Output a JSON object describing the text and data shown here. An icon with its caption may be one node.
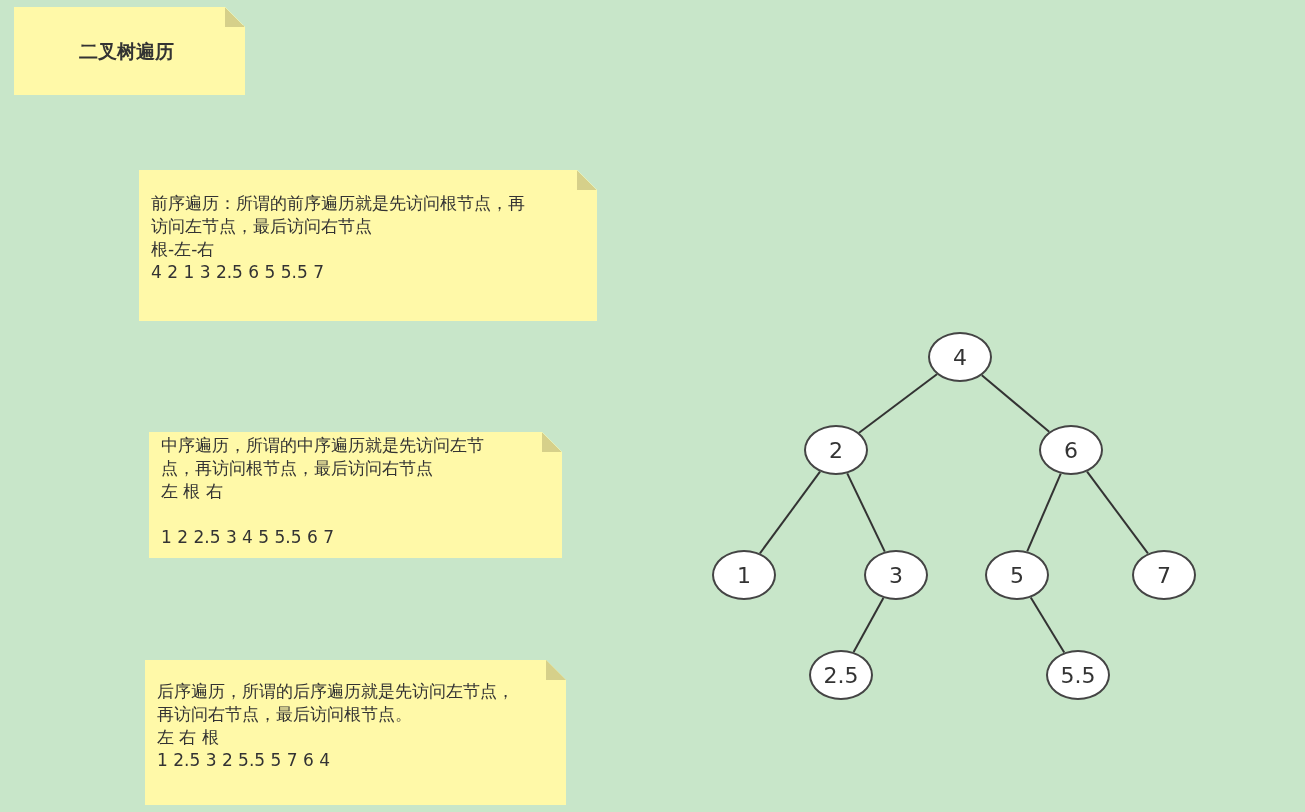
{
  "diagram": {
    "nodes": [
      {
        "text": [
          "二叉树遍历"
        ]
      },
      {
        "text": [
          "前序遍历：所谓的前序遍历就是先访问根节点，再访问左节点，最后访问右节点",
          "根-左-右",
          "4 2 1 3 2.5 6 5 5.5 7"
        ]
      },
      {
        "text": [
          "中序遍历，所谓的中序遍历就是先访问左节点，再访问根节点，最后访问右节点",
          "左 根 右",
          "1 2 2.5 3 4 5 5.5 6 7"
        ]
      },
      {
        "text": [
          "后序遍历，所谓的后序遍历就是先访问左节点，再访问右节点，最后访问根节点。",
          "左 右 根",
          "1 2.5 3 2 5.5 5 7 6 4"
        ]
      },
      {
        "text": [
          "4"
        ]
      },
      {
        "text": [
          "2"
        ]
      },
      {
        "text": [
          "6"
        ]
      },
      {
        "text": [
          "1"
        ]
      },
      {
        "text": [
          "3"
        ]
      },
      {
        "text": [
          "5"
        ]
      },
      {
        "text": [
          "7"
        ]
      },
      {
        "text": [
          "2.5"
        ]
      },
      {
        "text": [
          "5.5"
        ]
      }
    ],
    "edges": [
      {
        "from": 4,
        "to": 5,
        "arrow": "none"
      },
      {
        "from": 4,
        "to": 6,
        "arrow": "none"
      },
      {
        "from": 5,
        "to": 7,
        "arrow": "none"
      },
      {
        "from": 5,
        "to": 8,
        "arrow": "none"
      },
      {
        "from": 8,
        "to": 11,
        "arrow": "none"
      },
      {
        "from": 6,
        "to": 9,
        "arrow": "none"
      },
      {
        "from": 6,
        "to": 10,
        "arrow": "none"
      },
      {
        "from": 9,
        "to": 12,
        "arrow": "none"
      }
    ]
  }
}
